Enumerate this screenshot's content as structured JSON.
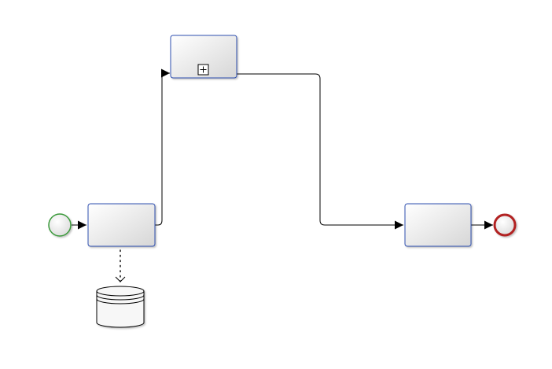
{
  "diagram": {
    "type": "bpmn-process",
    "colors": {
      "task_border": "#2f4fb0",
      "task_fill_light": "#ffffff",
      "task_fill_dark": "#d9d9d9",
      "start_event": "#3a9a3a",
      "end_event": "#b22222",
      "flow_line": "#000000",
      "datastore_fill": "#f7f7f7"
    },
    "start_event": {
      "label": ""
    },
    "tasks": [
      {
        "id": "task-1",
        "label": ""
      },
      {
        "id": "subprocess-1",
        "label": "",
        "collapsed_marker": "+"
      },
      {
        "id": "task-2",
        "label": ""
      }
    ],
    "data_store": {
      "label": ""
    },
    "end_event": {
      "label": ""
    },
    "icons": [
      "plus-marker-icon",
      "arrowhead-icon"
    ]
  }
}
